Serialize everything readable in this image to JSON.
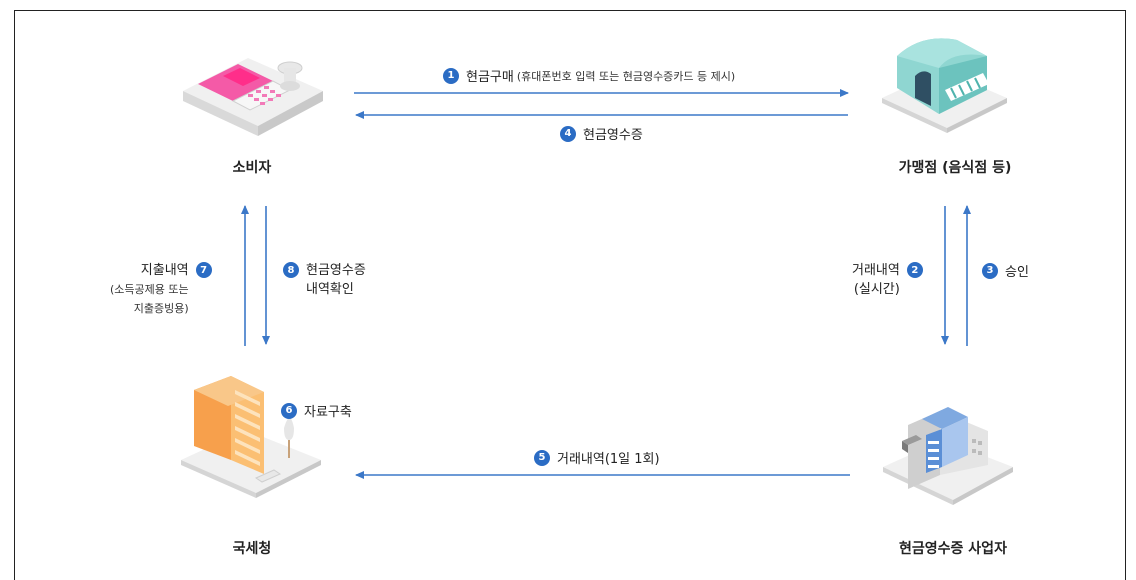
{
  "nodes": {
    "consumer": "소비자",
    "merchant": "가맹점 (음식점 등)",
    "nts": "국세청",
    "operator": "현금영수증 사업자"
  },
  "steps": {
    "s1": {
      "num": "1",
      "label": "현금구매",
      "note": "(휴대폰번호 입력 또는 현금영수증카드 등 제시)"
    },
    "s2": {
      "num": "2",
      "line1": "거래내역",
      "line2": "(실시간)"
    },
    "s3": {
      "num": "3",
      "label": "승인"
    },
    "s4": {
      "num": "4",
      "label": "현금영수증"
    },
    "s5": {
      "num": "5",
      "label": "거래내역(1일 1회)"
    },
    "s6": {
      "num": "6",
      "label": "자료구축"
    },
    "s7": {
      "num": "7",
      "line1": "지출내역",
      "line2": "(소득공제용 또는",
      "line3": "지출증빙용)"
    },
    "s8": {
      "num": "8",
      "line1": "현금영수증",
      "line2": "내역확인"
    }
  },
  "colors": {
    "arrow": "#3c78c8",
    "badge": "#2b6cc4"
  }
}
